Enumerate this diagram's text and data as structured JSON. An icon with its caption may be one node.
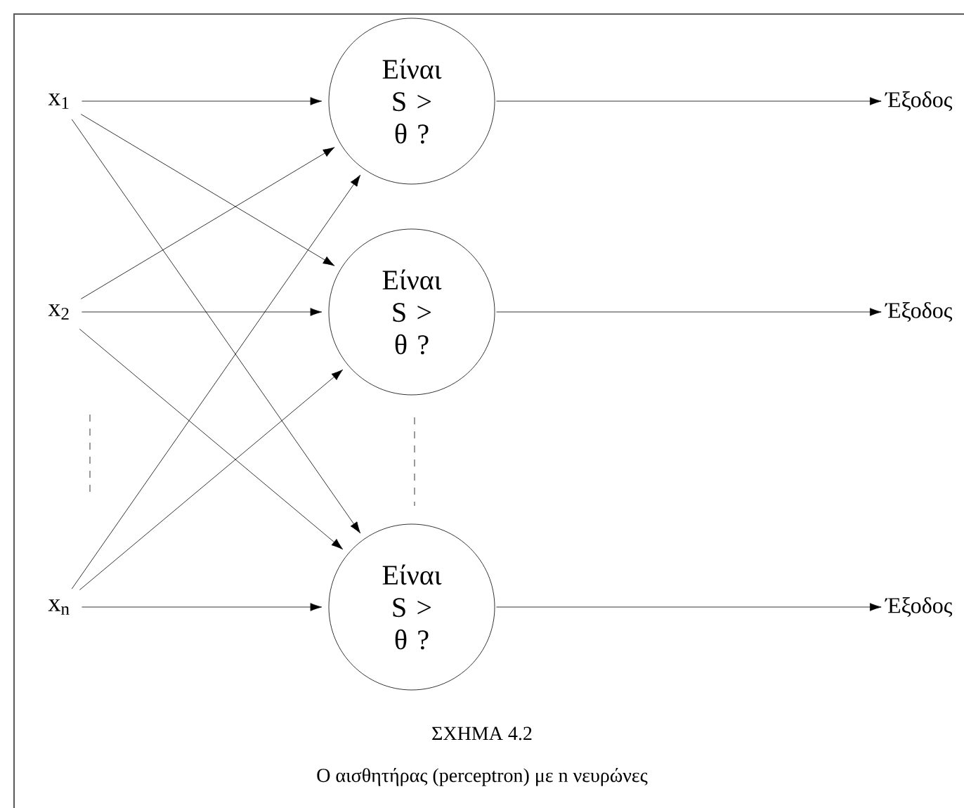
{
  "diagram": {
    "caption": "Ο αισθητήρας (perceptron) με n νευρώνες",
    "nodes": [
      {
        "text": [
          "x$_{1}$"
        ]
      },
      {
        "text": [
          "x$_{2}$"
        ]
      },
      {
        "text": [
          "x$_{n}$"
        ]
      },
      {
        "text": [
          "Είναι S > θ ?"
        ]
      },
      {
        "text": [
          "Είναι S > θ ?"
        ]
      },
      {
        "text": [
          "Είναι S > θ ?"
        ]
      },
      {
        "text": [
          "Έξοδος"
        ]
      },
      {
        "text": [
          "Έξοδος"
        ]
      },
      {
        "text": [
          "Έξοδος"
        ]
      }
    ],
    "edges": [
      {
        "from": 0,
        "to": 3,
        "arrow": "to"
      },
      {
        "from": 0,
        "to": 4,
        "arrow": "to"
      },
      {
        "from": 0,
        "to": 5,
        "arrow": "to"
      },
      {
        "from": 1,
        "to": 3,
        "arrow": "to"
      },
      {
        "from": 1,
        "to": 4,
        "arrow": "to"
      },
      {
        "from": 1,
        "to": 5,
        "arrow": "to"
      },
      {
        "from": 2,
        "to": 3,
        "arrow": "to"
      },
      {
        "from": 2,
        "to": 4,
        "arrow": "to"
      },
      {
        "from": 2,
        "to": 5,
        "arrow": "to"
      },
      {
        "from": 3,
        "to": 6,
        "arrow": "to"
      },
      {
        "from": 4,
        "to": 7,
        "arrow": "to"
      },
      {
        "from": 5,
        "to": 8,
        "arrow": "to"
      }
    ],
    "labels": [
      "ΣΧΗΜΑ 4.2"
    ]
  }
}
